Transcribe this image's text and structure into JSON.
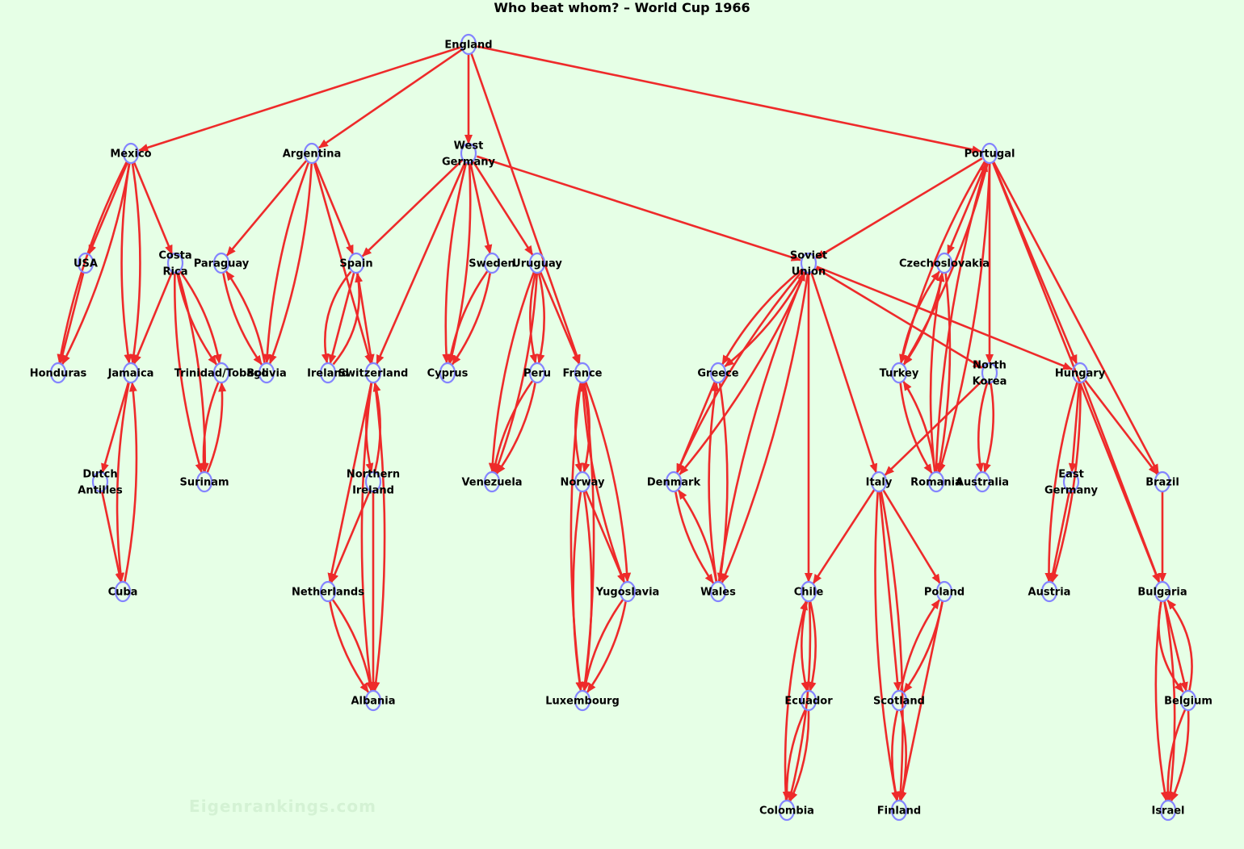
{
  "title": "Who beat whom? – World Cup 1966",
  "watermark": "Eigenrankings.com",
  "colors": {
    "background": "#e6ffe6",
    "edge": "#ee2a2a",
    "node_outline": "#8484ff",
    "label": "#000000"
  },
  "nodes": [
    {
      "id": "england",
      "label": [
        "England"
      ]
    },
    {
      "id": "mexico",
      "label": [
        "Mexico"
      ]
    },
    {
      "id": "argentina",
      "label": [
        "Argentina"
      ]
    },
    {
      "id": "west-germany",
      "label": [
        "West",
        "Germany"
      ]
    },
    {
      "id": "portugal",
      "label": [
        "Portugal"
      ]
    },
    {
      "id": "usa",
      "label": [
        "USA"
      ]
    },
    {
      "id": "costa-rica",
      "label": [
        "Costa",
        "Rica"
      ]
    },
    {
      "id": "paraguay",
      "label": [
        "Paraguay"
      ]
    },
    {
      "id": "spain",
      "label": [
        "Spain"
      ]
    },
    {
      "id": "sweden",
      "label": [
        "Sweden"
      ]
    },
    {
      "id": "uruguay",
      "label": [
        "Uruguay"
      ]
    },
    {
      "id": "soviet-union",
      "label": [
        "Soviet",
        "Union"
      ]
    },
    {
      "id": "czechoslovakia",
      "label": [
        "Czechoslovakia"
      ]
    },
    {
      "id": "honduras",
      "label": [
        "Honduras"
      ]
    },
    {
      "id": "jamaica",
      "label": [
        "Jamaica"
      ]
    },
    {
      "id": "trinidad-tobago",
      "label": [
        "Trinidad/Tobago"
      ]
    },
    {
      "id": "bolivia",
      "label": [
        "Bolivia"
      ]
    },
    {
      "id": "ireland",
      "label": [
        "Ireland"
      ]
    },
    {
      "id": "switzerland",
      "label": [
        "Switzerland"
      ]
    },
    {
      "id": "cyprus",
      "label": [
        "Cyprus"
      ]
    },
    {
      "id": "peru",
      "label": [
        "Peru"
      ]
    },
    {
      "id": "france",
      "label": [
        "France"
      ]
    },
    {
      "id": "greece",
      "label": [
        "Greece"
      ]
    },
    {
      "id": "turkey",
      "label": [
        "Turkey"
      ]
    },
    {
      "id": "north-korea",
      "label": [
        "North",
        "Korea"
      ]
    },
    {
      "id": "hungary",
      "label": [
        "Hungary"
      ]
    },
    {
      "id": "dutch-antilles",
      "label": [
        "Dutch",
        "Antilles"
      ]
    },
    {
      "id": "surinam",
      "label": [
        "Surinam"
      ]
    },
    {
      "id": "northern-ireland",
      "label": [
        "Northern",
        "Ireland"
      ]
    },
    {
      "id": "venezuela",
      "label": [
        "Venezuela"
      ]
    },
    {
      "id": "norway",
      "label": [
        "Norway"
      ]
    },
    {
      "id": "denmark",
      "label": [
        "Denmark"
      ]
    },
    {
      "id": "italy",
      "label": [
        "Italy"
      ]
    },
    {
      "id": "romania",
      "label": [
        "Romania"
      ]
    },
    {
      "id": "australia",
      "label": [
        "Australia"
      ]
    },
    {
      "id": "east-germany",
      "label": [
        "East",
        "Germany"
      ]
    },
    {
      "id": "brazil",
      "label": [
        "Brazil"
      ]
    },
    {
      "id": "cuba",
      "label": [
        "Cuba"
      ]
    },
    {
      "id": "netherlands",
      "label": [
        "Netherlands"
      ]
    },
    {
      "id": "yugoslavia",
      "label": [
        "Yugoslavia"
      ]
    },
    {
      "id": "wales",
      "label": [
        "Wales"
      ]
    },
    {
      "id": "chile",
      "label": [
        "Chile"
      ]
    },
    {
      "id": "poland",
      "label": [
        "Poland"
      ]
    },
    {
      "id": "austria",
      "label": [
        "Austria"
      ]
    },
    {
      "id": "bulgaria",
      "label": [
        "Bulgaria"
      ]
    },
    {
      "id": "albania",
      "label": [
        "Albania"
      ]
    },
    {
      "id": "luxembourg",
      "label": [
        "Luxembourg"
      ]
    },
    {
      "id": "ecuador",
      "label": [
        "Ecuador"
      ]
    },
    {
      "id": "scotland",
      "label": [
        "Scotland"
      ]
    },
    {
      "id": "belgium",
      "label": [
        "Belgium"
      ]
    },
    {
      "id": "colombia",
      "label": [
        "Colombia"
      ]
    },
    {
      "id": "finland",
      "label": [
        "Finland"
      ]
    },
    {
      "id": "israel",
      "label": [
        "Israel"
      ]
    }
  ],
  "edges": [
    [
      "england",
      "mexico"
    ],
    [
      "england",
      "argentina"
    ],
    [
      "england",
      "west-germany"
    ],
    [
      "england",
      "france"
    ],
    [
      "england",
      "portugal"
    ],
    [
      "mexico",
      "honduras"
    ],
    [
      "mexico",
      "honduras"
    ],
    [
      "mexico",
      "usa"
    ],
    [
      "mexico",
      "jamaica"
    ],
    [
      "mexico",
      "jamaica"
    ],
    [
      "mexico",
      "costa-rica"
    ],
    [
      "usa",
      "honduras"
    ],
    [
      "costa-rica",
      "jamaica"
    ],
    [
      "costa-rica",
      "trinidad-tobago"
    ],
    [
      "costa-rica",
      "trinidad-tobago"
    ],
    [
      "costa-rica",
      "surinam"
    ],
    [
      "costa-rica",
      "surinam"
    ],
    [
      "argentina",
      "paraguay"
    ],
    [
      "argentina",
      "bolivia"
    ],
    [
      "argentina",
      "bolivia"
    ],
    [
      "argentina",
      "spain"
    ],
    [
      "argentina",
      "switzerland"
    ],
    [
      "paraguay",
      "bolivia"
    ],
    [
      "bolivia",
      "paraguay"
    ],
    [
      "west-germany",
      "spain"
    ],
    [
      "west-germany",
      "switzerland"
    ],
    [
      "west-germany",
      "cyprus"
    ],
    [
      "west-germany",
      "cyprus"
    ],
    [
      "west-germany",
      "sweden"
    ],
    [
      "west-germany",
      "uruguay"
    ],
    [
      "west-germany",
      "soviet-union"
    ],
    [
      "spain",
      "ireland"
    ],
    [
      "spain",
      "ireland"
    ],
    [
      "ireland",
      "spain"
    ],
    [
      "spain",
      "switzerland"
    ],
    [
      "sweden",
      "cyprus"
    ],
    [
      "sweden",
      "cyprus"
    ],
    [
      "uruguay",
      "venezuela"
    ],
    [
      "uruguay",
      "venezuela"
    ],
    [
      "uruguay",
      "peru"
    ],
    [
      "uruguay",
      "peru"
    ],
    [
      "uruguay",
      "france"
    ],
    [
      "peru",
      "venezuela"
    ],
    [
      "peru",
      "venezuela"
    ],
    [
      "jamaica",
      "dutch-antilles"
    ],
    [
      "jamaica",
      "cuba"
    ],
    [
      "cuba",
      "jamaica"
    ],
    [
      "dutch-antilles",
      "cuba"
    ],
    [
      "trinidad-tobago",
      "surinam"
    ],
    [
      "surinam",
      "trinidad-tobago"
    ],
    [
      "switzerland",
      "northern-ireland"
    ],
    [
      "northern-ireland",
      "switzerland"
    ],
    [
      "switzerland",
      "netherlands"
    ],
    [
      "switzerland",
      "albania"
    ],
    [
      "switzerland",
      "albania"
    ],
    [
      "northern-ireland",
      "netherlands"
    ],
    [
      "northern-ireland",
      "albania"
    ],
    [
      "netherlands",
      "albania"
    ],
    [
      "netherlands",
      "albania"
    ],
    [
      "france",
      "norway"
    ],
    [
      "france",
      "norway"
    ],
    [
      "france",
      "luxembourg"
    ],
    [
      "france",
      "luxembourg"
    ],
    [
      "france",
      "yugoslavia"
    ],
    [
      "yugoslavia",
      "france"
    ],
    [
      "norway",
      "luxembourg"
    ],
    [
      "norway",
      "luxembourg"
    ],
    [
      "norway",
      "yugoslavia"
    ],
    [
      "yugoslavia",
      "luxembourg"
    ],
    [
      "yugoslavia",
      "luxembourg"
    ],
    [
      "portugal",
      "soviet-union"
    ],
    [
      "portugal",
      "czechoslovakia"
    ],
    [
      "portugal",
      "turkey"
    ],
    [
      "portugal",
      "turkey"
    ],
    [
      "portugal",
      "north-korea"
    ],
    [
      "portugal",
      "romania"
    ],
    [
      "romania",
      "portugal"
    ],
    [
      "portugal",
      "hungary"
    ],
    [
      "portugal",
      "brazil"
    ],
    [
      "portugal",
      "bulgaria"
    ],
    [
      "soviet-union",
      "greece"
    ],
    [
      "soviet-union",
      "greece"
    ],
    [
      "soviet-union",
      "denmark"
    ],
    [
      "soviet-union",
      "denmark"
    ],
    [
      "soviet-union",
      "wales"
    ],
    [
      "wales",
      "soviet-union"
    ],
    [
      "soviet-union",
      "chile"
    ],
    [
      "soviet-union",
      "italy"
    ],
    [
      "soviet-union",
      "north-korea"
    ],
    [
      "soviet-union",
      "hungary"
    ],
    [
      "greece",
      "denmark"
    ],
    [
      "greece",
      "wales"
    ],
    [
      "wales",
      "greece"
    ],
    [
      "wales",
      "denmark"
    ],
    [
      "denmark",
      "wales"
    ],
    [
      "czechoslovakia",
      "turkey"
    ],
    [
      "turkey",
      "czechoslovakia"
    ],
    [
      "czechoslovakia",
      "romania"
    ],
    [
      "romania",
      "czechoslovakia"
    ],
    [
      "turkey",
      "romania"
    ],
    [
      "romania",
      "turkey"
    ],
    [
      "north-korea",
      "australia"
    ],
    [
      "north-korea",
      "australia"
    ],
    [
      "north-korea",
      "italy"
    ],
    [
      "hungary",
      "austria"
    ],
    [
      "hungary",
      "austria"
    ],
    [
      "hungary",
      "east-germany"
    ],
    [
      "hungary",
      "brazil"
    ],
    [
      "hungary",
      "bulgaria"
    ],
    [
      "east-germany",
      "austria"
    ],
    [
      "brazil",
      "bulgaria"
    ],
    [
      "italy",
      "chile"
    ],
    [
      "italy",
      "poland"
    ],
    [
      "italy",
      "scotland"
    ],
    [
      "italy",
      "finland"
    ],
    [
      "italy",
      "finland"
    ],
    [
      "chile",
      "ecuador"
    ],
    [
      "chile",
      "ecuador"
    ],
    [
      "chile",
      "colombia"
    ],
    [
      "colombia",
      "chile"
    ],
    [
      "ecuador",
      "colombia"
    ],
    [
      "ecuador",
      "colombia"
    ],
    [
      "poland",
      "scotland"
    ],
    [
      "scotland",
      "poland"
    ],
    [
      "poland",
      "finland"
    ],
    [
      "scotland",
      "finland"
    ],
    [
      "scotland",
      "finland"
    ],
    [
      "bulgaria",
      "belgium"
    ],
    [
      "bulgaria",
      "belgium"
    ],
    [
      "belgium",
      "bulgaria"
    ],
    [
      "bulgaria",
      "israel"
    ],
    [
      "bulgaria",
      "israel"
    ],
    [
      "belgium",
      "israel"
    ],
    [
      "belgium",
      "israel"
    ]
  ]
}
